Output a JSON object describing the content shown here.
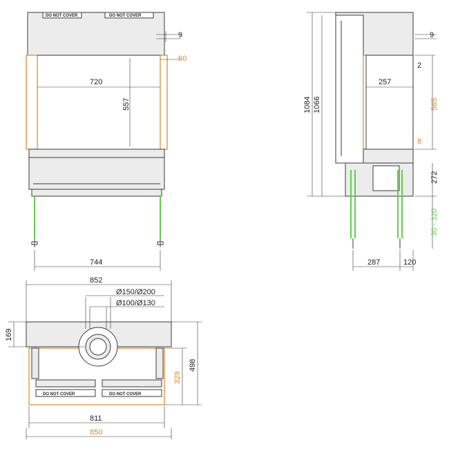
{
  "colors": {
    "outline": "#3a3a3a",
    "accent_orange": "#e0841f",
    "accent_green": "#5fd04a"
  },
  "labels": {
    "do_not_cover": "DO NOT COVER"
  },
  "front_view": {
    "dim_top_gap": "9",
    "dim_frame": "60",
    "dim_glass_width": "720",
    "dim_glass_height": "557",
    "dim_leg_span": "744"
  },
  "side_view": {
    "dim_top_gap": "9",
    "dim_gap_2": "2",
    "dim_depth": "257",
    "dim_glass_height": "565",
    "dim_bottom_frame": "8",
    "dim_base": "272",
    "dim_legs_range": "30 - 320",
    "dim_height_total": "1084",
    "dim_height_body": "1066",
    "dim_leg_span": "287",
    "dim_leg_offset": "120"
  },
  "top_view": {
    "dim_width_total": "852",
    "flue_outer": "Ø150/Ø200",
    "flue_inner": "Ø100/Ø130",
    "dim_flue_offset": "169",
    "dim_depth": "498",
    "dim_inner_depth": "329",
    "dim_inner_width": "811",
    "dim_outer_width": "850"
  }
}
